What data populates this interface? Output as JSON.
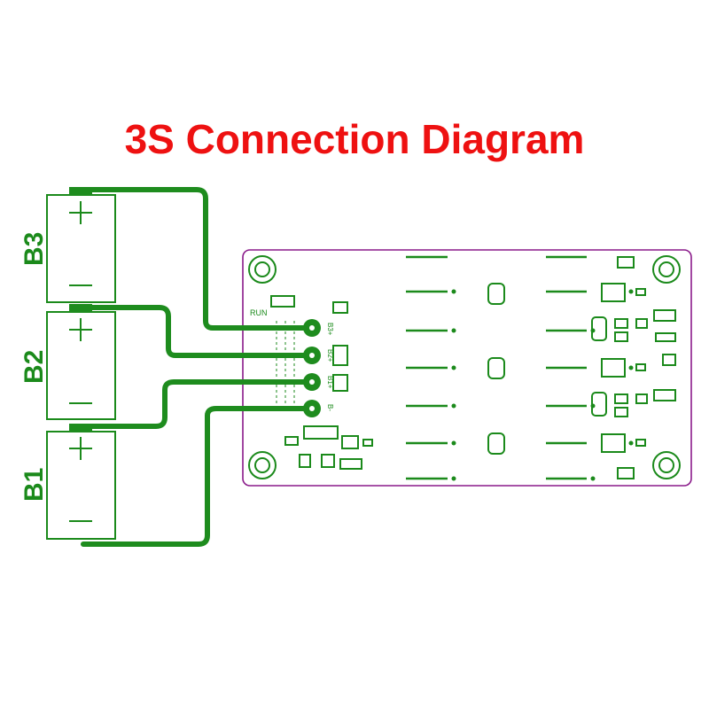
{
  "title": "3S Connection Diagram",
  "colors": {
    "title": "#ee1111",
    "trace": "#1e8c1e",
    "silk": "#1b8a1b",
    "board": "#8a1a8a"
  },
  "batteries": [
    {
      "label": "B3",
      "plus": "+",
      "minus": "−"
    },
    {
      "label": "B2",
      "plus": "+",
      "minus": "−"
    },
    {
      "label": "B1",
      "plus": "+",
      "minus": "−"
    }
  ],
  "board": {
    "run_label": "RUN",
    "pads": [
      "B3+",
      "B2+",
      "B1+",
      "B-"
    ]
  }
}
